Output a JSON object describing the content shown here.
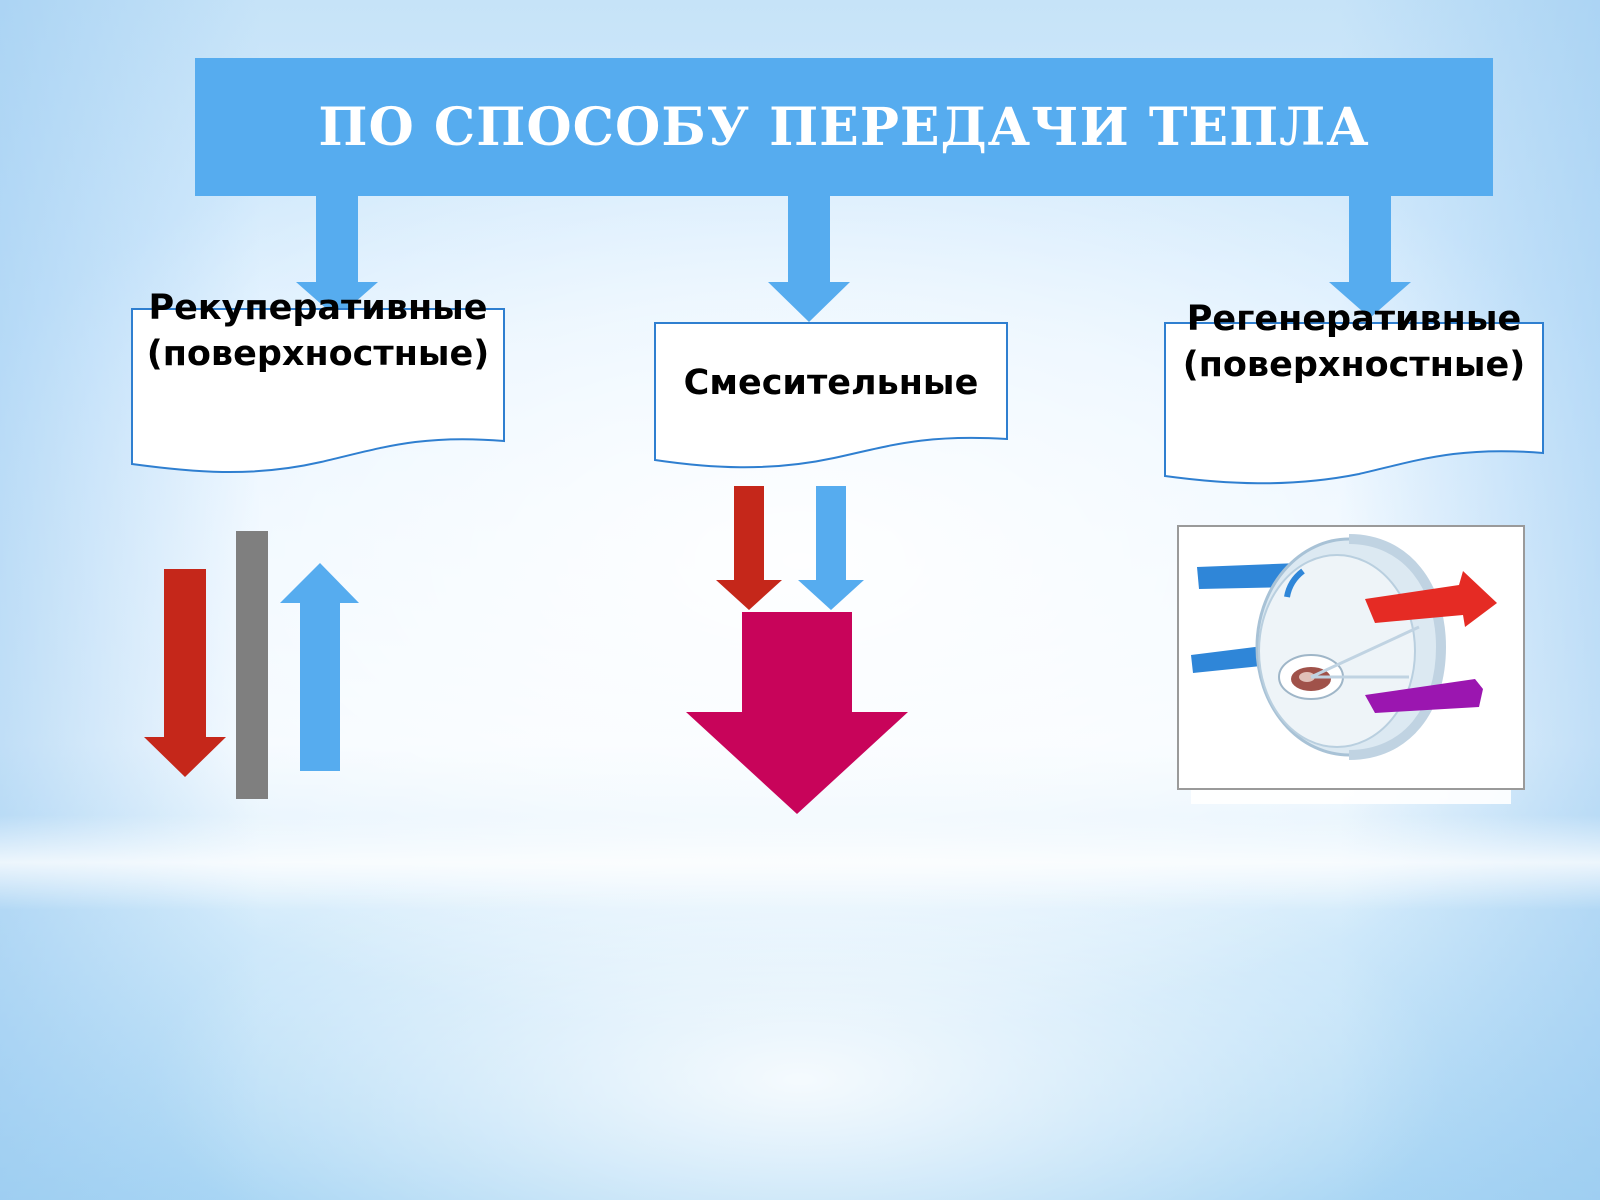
{
  "title": "ПО СПОСОБУ ПЕРЕДАЧИ ТЕПЛА",
  "categories": [
    {
      "label": "Рекуперативные (поверхностные)"
    },
    {
      "label": "Смесительные"
    },
    {
      "label": "Регенеративные (поверхностные)"
    }
  ],
  "colors": {
    "banner": "#56acef",
    "hot_flow": "#c5271a",
    "cold_flow": "#56acef",
    "wall": "#7f7f7f",
    "mixed_flow": "#c8045a"
  },
  "icons": [
    "counterflow-arrows-icon",
    "mixing-arrows-icon",
    "rotary-regenerator-icon"
  ]
}
